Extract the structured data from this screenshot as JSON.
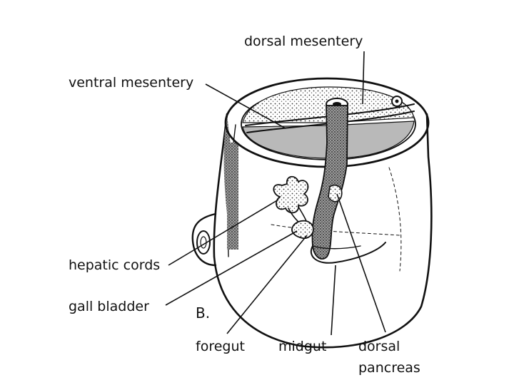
{
  "panel_letter": "B.",
  "labels": {
    "dorsal_mesentery": "dorsal mesentery",
    "ventral_mesentery": "ventral mesentery",
    "hepatic_cords": "hepatic cords",
    "gall_bladder": "gall bladder",
    "foregut": "foregut",
    "midgut": "midgut",
    "dorsal_pancreas_line1": "dorsal",
    "dorsal_pancreas_line2": "pancreas"
  },
  "colors": {
    "ink": "#111111",
    "stipple": "#555555",
    "background": "#ffffff"
  }
}
